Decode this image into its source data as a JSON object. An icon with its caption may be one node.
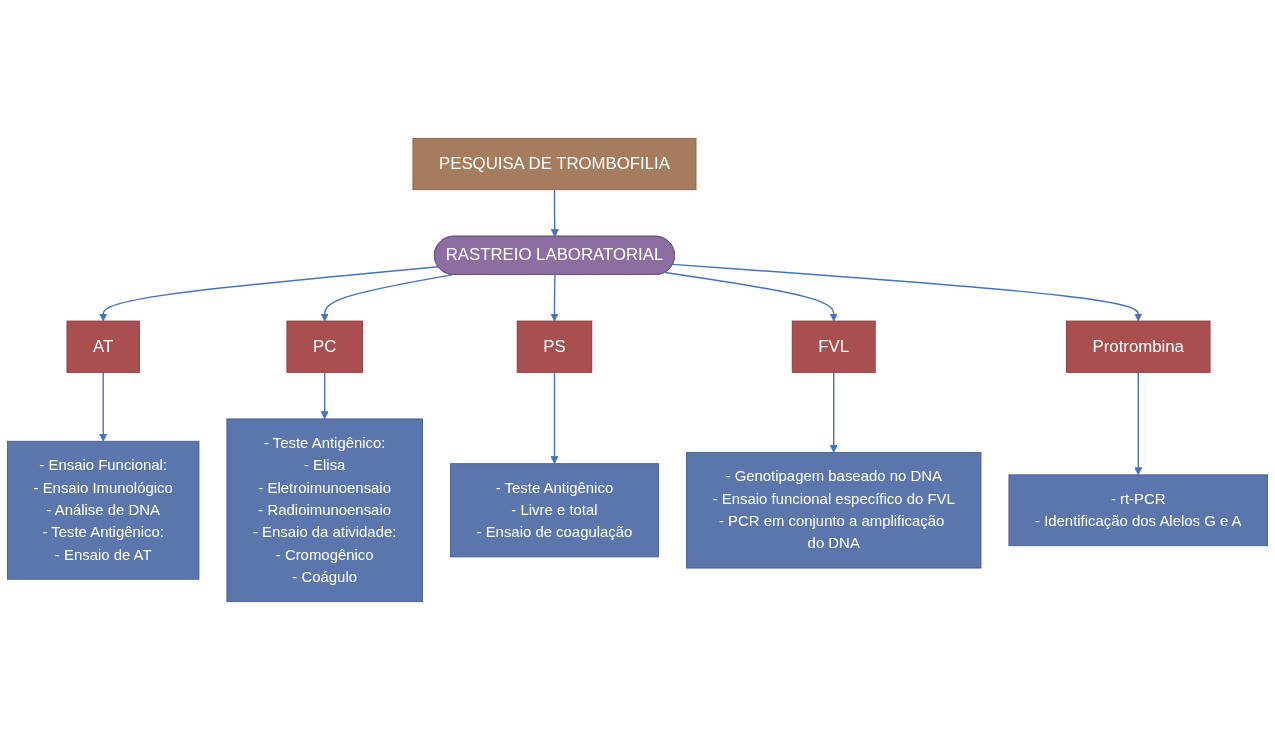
{
  "diagram": {
    "nodes": [
      {
        "text": [
          "PESQUISA DE TROMBOFILIA"
        ]
      },
      {
        "text": [
          "RASTREIO LABORATORIAL"
        ]
      },
      {
        "text": [
          "AT"
        ]
      },
      {
        "text": [
          "PC"
        ]
      },
      {
        "text": [
          "PS"
        ]
      },
      {
        "text": [
          "FVL"
        ]
      },
      {
        "text": [
          "Protrombina"
        ]
      },
      {
        "text": [
          "- Ensaio Funcional:",
          "- Ensaio Imunológico",
          "- Análise de DNA",
          "- Teste Antigênico:",
          "- Ensaio de AT"
        ]
      },
      {
        "text": [
          "- Teste Antigênico:",
          "- Elisa",
          "- Eletroimunoensaio",
          "- Radioimunoensaio",
          "- Ensaio da atividade:",
          "- Cromogênico",
          "- Coágulo"
        ]
      },
      {
        "text": [
          "- Teste Antigênico",
          "- Livre e total",
          "- Ensaio de coagulação"
        ]
      },
      {
        "text": [
          "- Genotipagem baseado no DNA",
          "- Ensaio funcional específico do FVL",
          "- PCR em conjunto a amplificação do DNA"
        ]
      },
      {
        "text": [
          "- rt-PCR",
          "- Identificação dos Alelos G e A"
        ]
      }
    ],
    "edges": [
      {
        "from": 0,
        "to": 1,
        "arrow": "to"
      },
      {
        "from": 1,
        "to": 2,
        "arrow": "to"
      },
      {
        "from": 1,
        "to": 3,
        "arrow": "to"
      },
      {
        "from": 1,
        "to": 4,
        "arrow": "to"
      },
      {
        "from": 1,
        "to": 5,
        "arrow": "to"
      },
      {
        "from": 1,
        "to": 6,
        "arrow": "to"
      },
      {
        "from": 2,
        "to": 7,
        "arrow": "to"
      },
      {
        "from": 3,
        "to": 8,
        "arrow": "to"
      },
      {
        "from": 4,
        "to": 9,
        "arrow": "to"
      },
      {
        "from": 5,
        "to": 10,
        "arrow": "to"
      },
      {
        "from": 6,
        "to": 11,
        "arrow": "to"
      }
    ]
  }
}
